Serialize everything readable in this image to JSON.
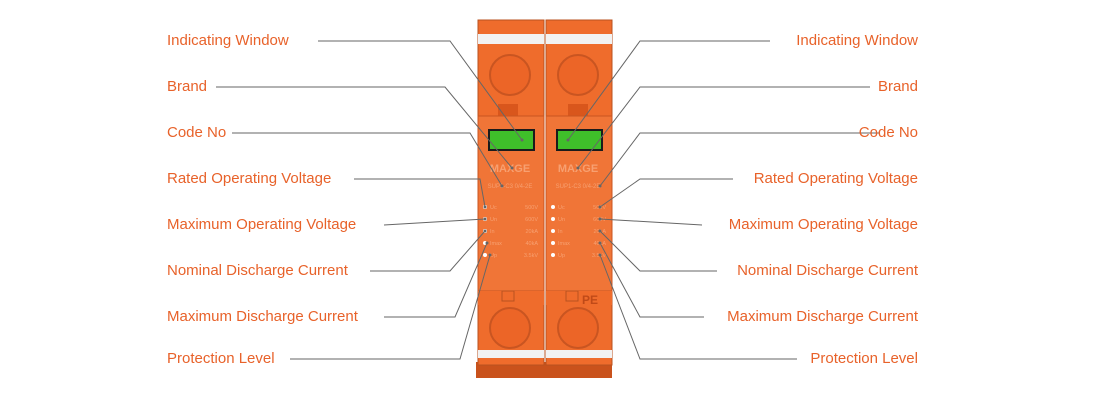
{
  "labels": {
    "indicating_window": "Indicating Window",
    "brand": "Brand",
    "code_no": "Code No",
    "rated_operating_voltage": "Rated Operating Voltage",
    "maximum_operating_voltage": "Maximum Operating Voltage",
    "nominal_discharge_current": "Nominal Discharge Current",
    "maximum_discharge_current": "Maximum Discharge Current",
    "protection_level": "Protection Level"
  },
  "device": {
    "brand_text": "MAXGE",
    "code_text_left": "SUP1-C3 0/4-2E",
    "code_text_right": "SUP1-C3 0/4-2E",
    "param_names": [
      "Uc",
      "Un",
      "In",
      "Imax",
      "Up"
    ],
    "left_values": [
      "500V",
      "600V",
      "20kA",
      "40kA",
      "3.5kV"
    ],
    "right_values": [
      "500V",
      "600V",
      "20kA",
      "40kA",
      "3.5kV"
    ],
    "pe_mark": "PE"
  },
  "colors": {
    "accent": "#e8622a",
    "body": "#ef6c2c",
    "body_dark": "#d9561c",
    "window": "#3fbf2a",
    "leader": "#666666"
  }
}
